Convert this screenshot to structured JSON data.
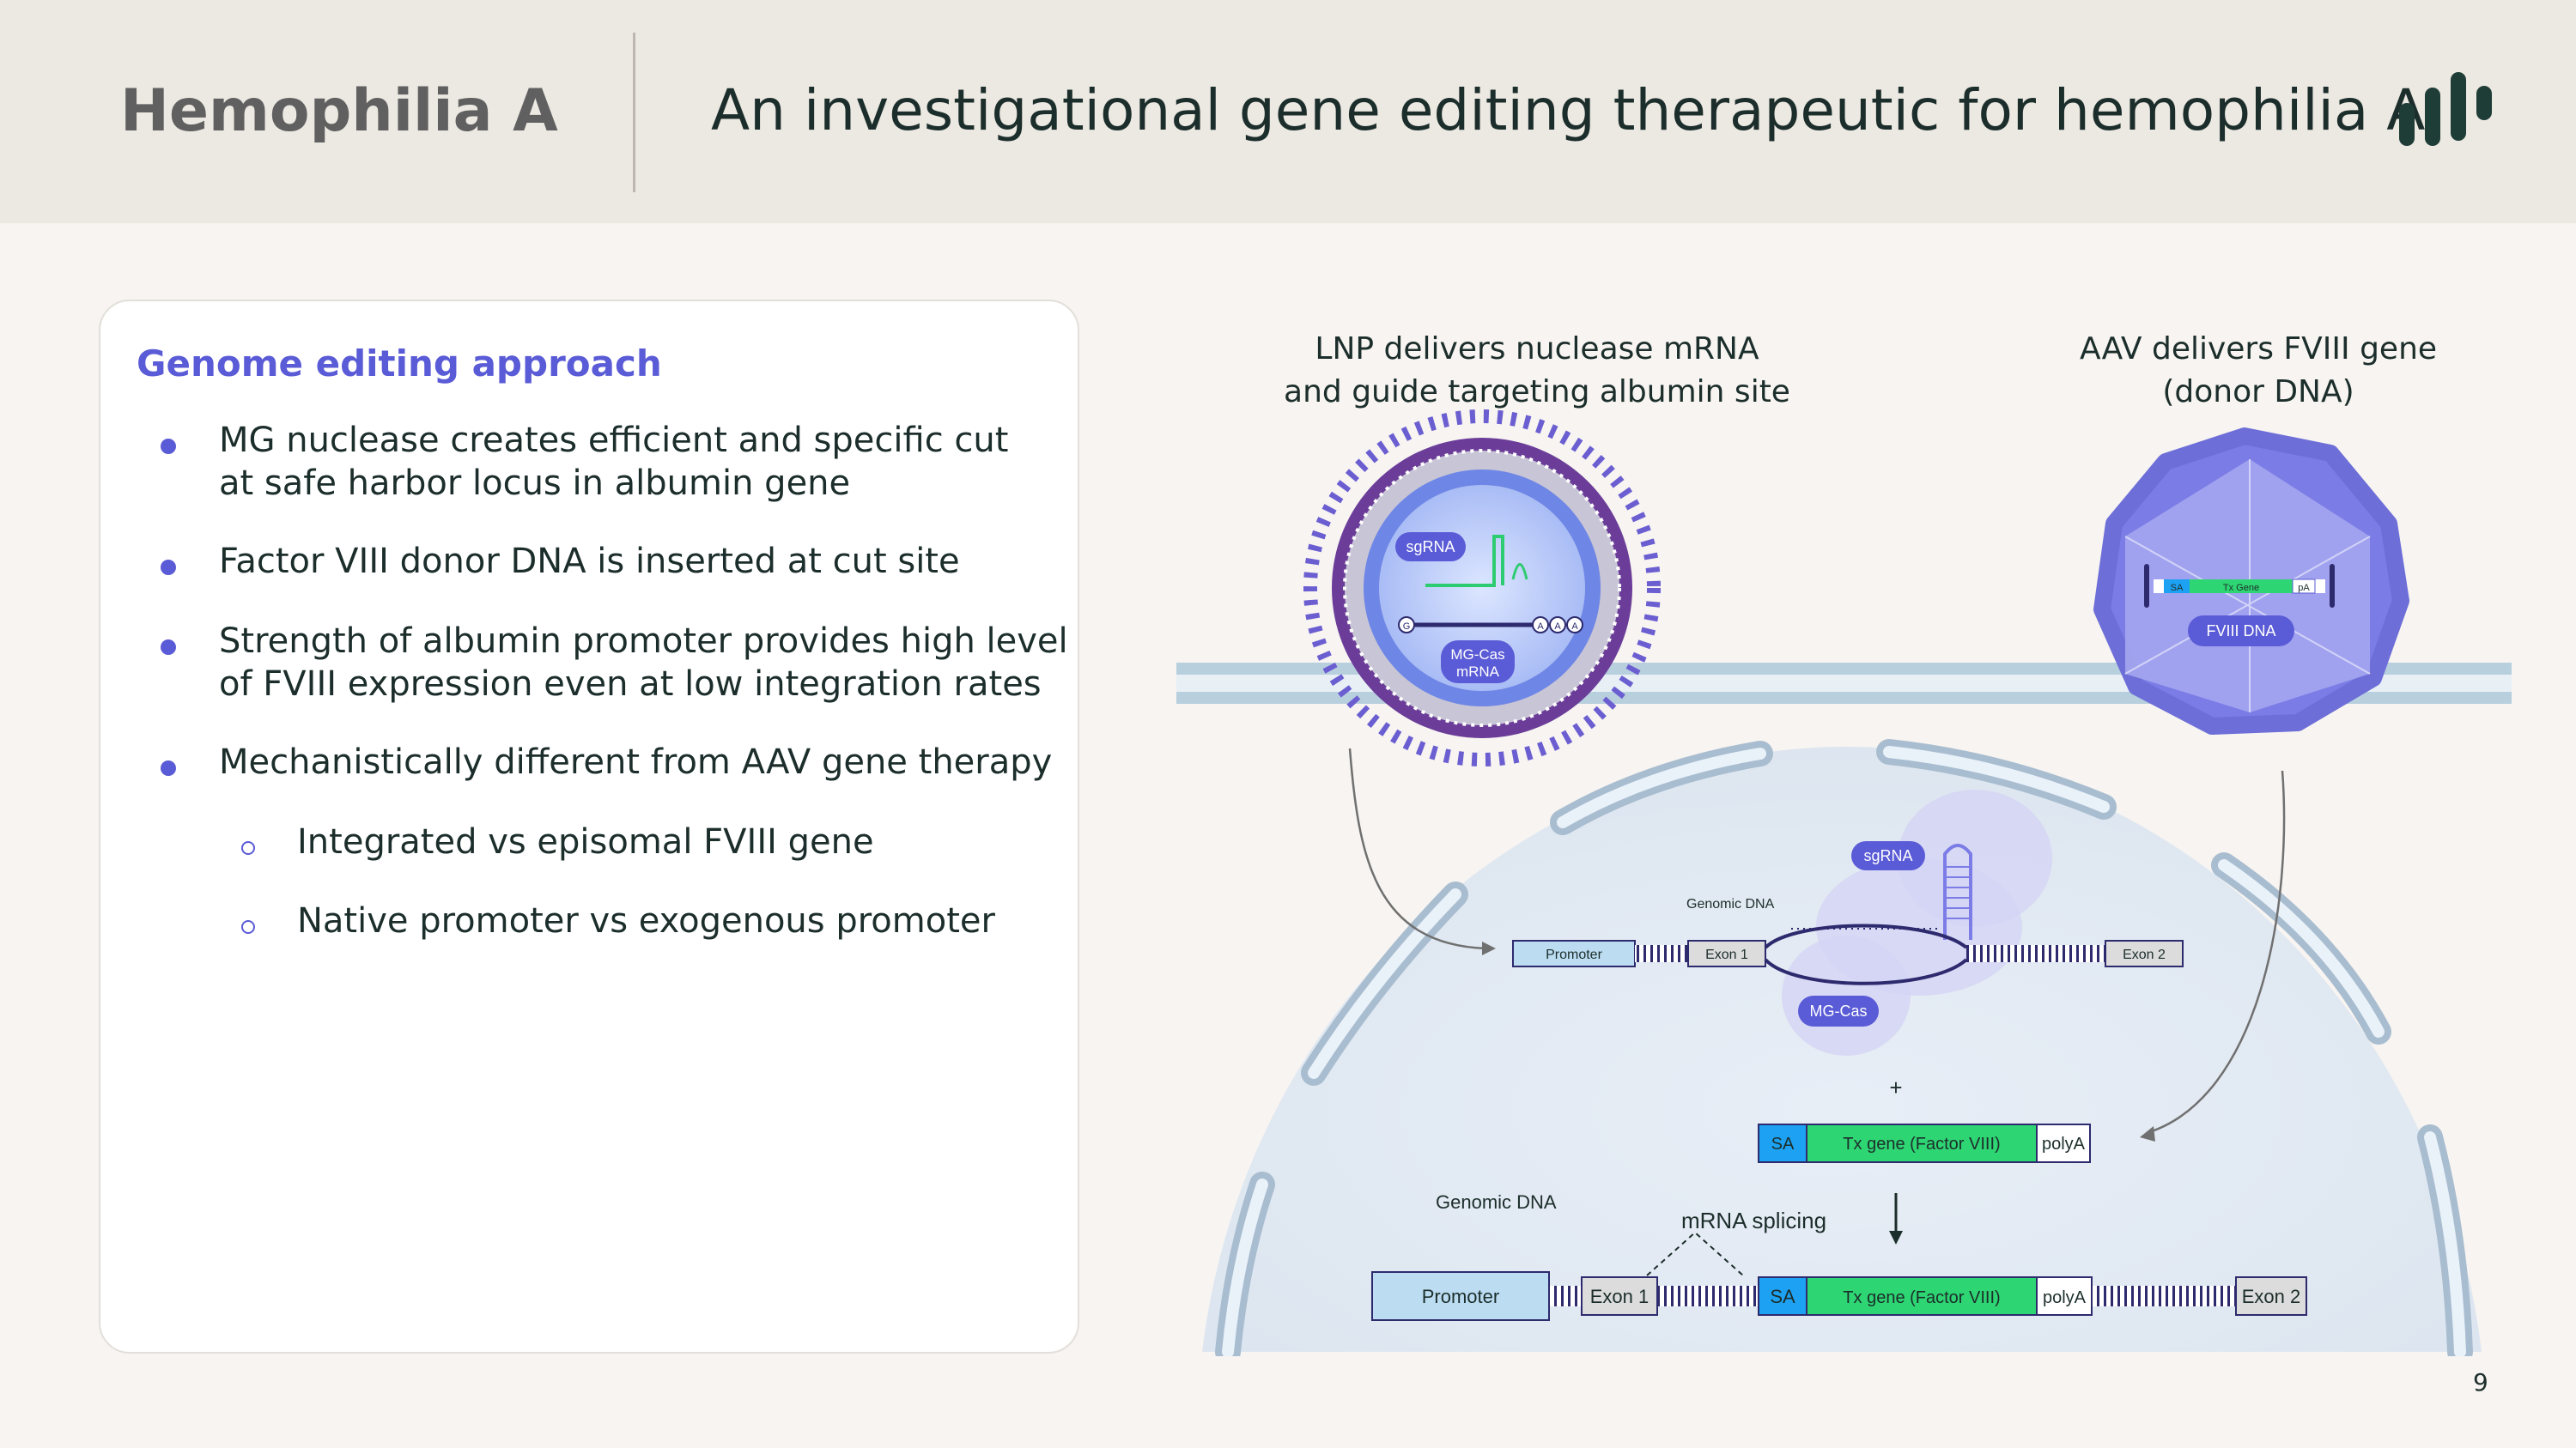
{
  "header": {
    "section_title": "Hemophilia A",
    "page_title": "An investigational gene editing therapeutic for hemophilia A"
  },
  "card": {
    "heading": "Genome editing approach",
    "bullets": [
      {
        "line1": "MG nuclease creates efficient and specific cut",
        "line2": "at safe harbor locus in albumin gene"
      },
      {
        "line1": "Factor VIII donor DNA is inserted at cut site",
        "line2": ""
      },
      {
        "line1": "Strength of albumin promoter provides high level",
        "line2": "of FVIII expression even at low integration rates"
      },
      {
        "line1": "Mechanistically different from AAV gene therapy",
        "line2": ""
      }
    ],
    "sub_bullets": [
      "Integrated vs episomal FVIII gene",
      "Native promoter vs exogenous promoter"
    ]
  },
  "diagram": {
    "lnp_caption": {
      "line1": "LNP delivers nuclease mRNA",
      "line2": "and guide targeting albumin site"
    },
    "aav_caption": {
      "line1": "AAV delivers FVIII gene",
      "line2": "(donor DNA)"
    },
    "lnp_labels": {
      "sgrna": "sgRNA",
      "mgcas_mrna_1": "MG-Cas",
      "mgcas_mrna_2": "mRNA",
      "g": "G",
      "a": "A"
    },
    "aav_labels": {
      "sa": "SA",
      "tx_gene": "Tx Gene",
      "pa": "pA",
      "fviii_dna": "FVIII DNA"
    },
    "editing": {
      "sgrna": "sgRNA",
      "genomic_dna": "Genomic DNA",
      "promoter": "Promoter",
      "exon1": "Exon 1",
      "exon2": "Exon 2",
      "mgcas": "MG-Cas"
    },
    "plus": "+",
    "donor": {
      "sa": "SA",
      "tx_gene": "Tx gene (Factor VIII)",
      "polya": "polyA"
    },
    "result": {
      "genomic_dna": "Genomic DNA",
      "mrna_splicing": "mRNA splicing",
      "promoter": "Promoter",
      "exon1": "Exon 1",
      "sa": "SA",
      "tx_gene": "Tx gene (Factor VIII)",
      "polya": "polyA",
      "exon2": "Exon 2"
    }
  },
  "page_number": "9",
  "colors": {
    "accent": "#5a5bd6",
    "header_bg": "#ece8e2",
    "page_bg": "#f7f4f1",
    "logo": "#1f3d37",
    "tx_gene": "#2ed573",
    "sa": "#1da1f2",
    "promoter": "#bcdcf2"
  }
}
